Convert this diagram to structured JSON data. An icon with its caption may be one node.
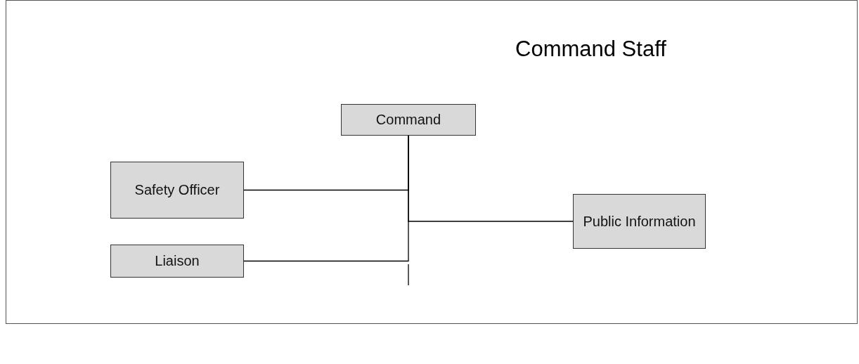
{
  "diagram": {
    "title": "Command Staff",
    "nodes": [
      {
        "text": [
          "Command"
        ]
      },
      {
        "text": [
          "Safety Officer"
        ]
      },
      {
        "text": [
          "Public Information"
        ]
      },
      {
        "text": [
          "Liaison"
        ]
      }
    ],
    "edges": [
      {
        "from": 0,
        "to": 1,
        "arrow": "none"
      },
      {
        "from": 0,
        "to": 2,
        "arrow": "none"
      },
      {
        "from": 0,
        "to": 3,
        "arrow": "none"
      }
    ]
  }
}
